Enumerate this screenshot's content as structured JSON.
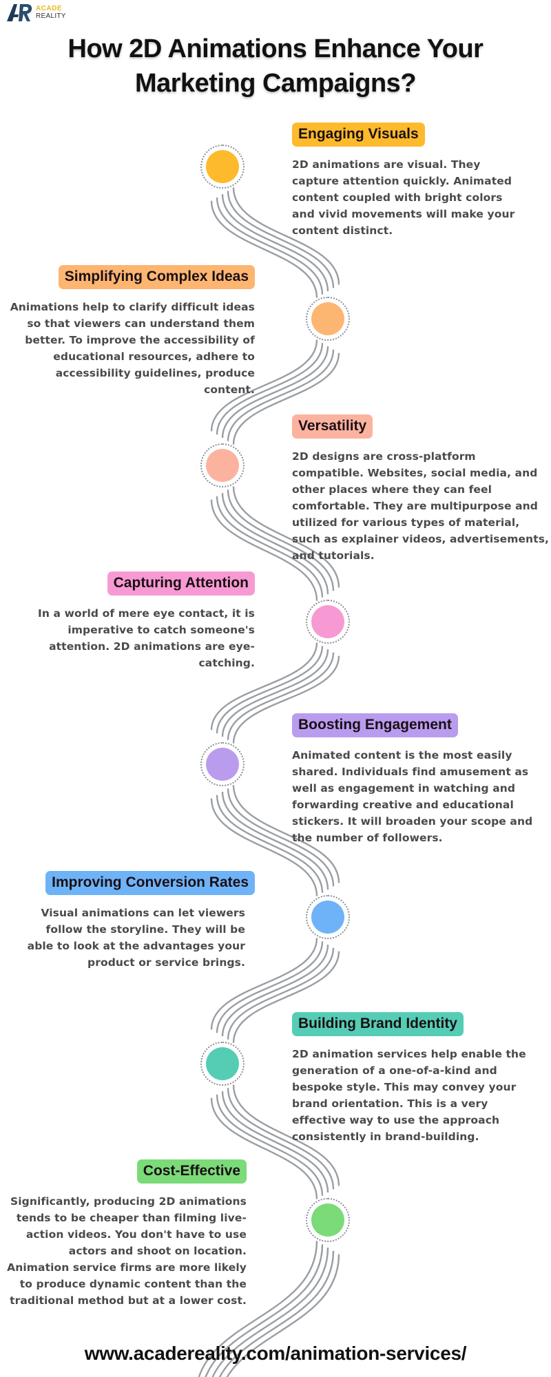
{
  "brand": {
    "logo_mark": "AR",
    "logo_line1": "ACADE",
    "logo_line2": "REALITY"
  },
  "title": {
    "line1": "How 2D Animations Enhance Your",
    "line2": "Marketing Campaigns?"
  },
  "colors": {
    "path_stroke": "#9a9ea3",
    "text": "#4a4a4c"
  },
  "sections": [
    {
      "heading": "Engaging Visuals",
      "color": "#FDBA2C",
      "side": "right",
      "text": "2D animations are visual. They capture attention quickly. Animated content coupled with bright colors and vivid movements will make your content distinct."
    },
    {
      "heading": "Simplifying Complex Ideas",
      "color": "#FDB572",
      "side": "left",
      "text": "Animations help to clarify difficult ideas so that viewers can understand them better. To improve the accessibility of educational resources, adhere to accessibility guidelines, produce content."
    },
    {
      "heading": "Versatility",
      "color": "#FBB3A0",
      "side": "right",
      "text": "2D designs are cross-platform compatible. Websites, social media, and other places where they can feel comfortable. They are multipurpose and utilized for various types of material, such as explainer videos, advertisements, and tutorials."
    },
    {
      "heading": "Capturing Attention",
      "color": "#F79AD3",
      "side": "left",
      "text": "In a world of mere eye contact, it is imperative to catch someone's attention. 2D animations are eye-catching."
    },
    {
      "heading": "Boosting Engagement",
      "color": "#B99CEE",
      "side": "right",
      "text": "Animated content is the most easily shared. Individuals find amusement as well as engagement in watching and forwarding creative and educational stickers. It will broaden your scope and the number of followers."
    },
    {
      "heading": "Improving Conversion Rates",
      "color": "#6EB3F7",
      "side": "left",
      "text": "Visual animations can let viewers follow the storyline. They will be able to look at the advantages your product or service brings."
    },
    {
      "heading": "Building Brand Identity",
      "color": "#55CDB5",
      "side": "right",
      "text": "2D animation services help enable the generation of a one-of-a-kind and bespoke style. This may convey your brand orientation. This is a very effective way to use the approach consistently in brand-building."
    },
    {
      "heading": "Cost-Effective",
      "color": "#7ADB78",
      "side": "left",
      "text": "Significantly, producing 2D animations tends to be cheaper than filming live-action videos. You don't have to use actors and shoot on location. Animation service firms are more likely to produce dynamic content than the traditional method but at a lower cost."
    }
  ],
  "footer": {
    "url": "www.acadereality.com/animation-services/"
  }
}
